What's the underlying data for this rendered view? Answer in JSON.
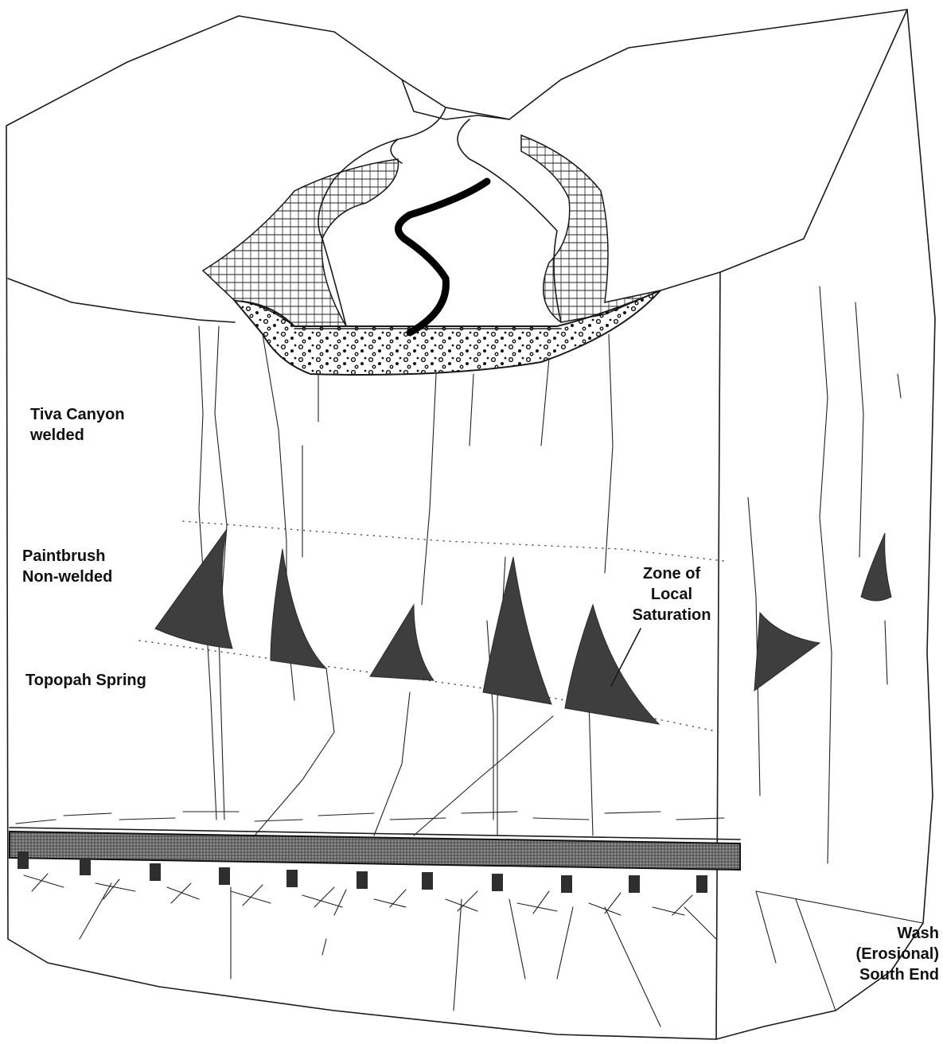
{
  "labels": {
    "tiva_canyon": [
      "Tiva Canyon",
      "welded"
    ],
    "paintbrush": [
      "Paintbrush",
      "Non-welded"
    ],
    "topopah": "Topopah Spring",
    "zone": [
      "Zone of",
      "Local",
      "Saturation"
    ],
    "wash": [
      "Wash",
      "(Erosional)",
      "South End"
    ]
  },
  "colors": {
    "saturation_fill": "#3e3e3e",
    "line": "#1a1a1a",
    "drift_fill": "#6a6a6a"
  }
}
